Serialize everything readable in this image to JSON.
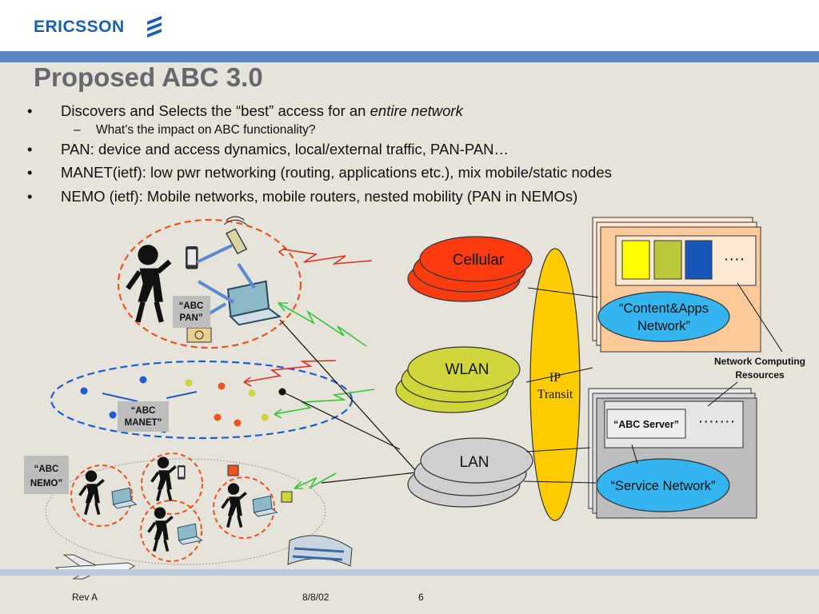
{
  "header": {
    "brand": "ERICSSON"
  },
  "title": "Proposed ABC 3.0",
  "bullets": [
    {
      "text": "Discovers and Selects the “best” access for an ",
      "em": "entire network"
    },
    {
      "sub": true,
      "text": "What’s the impact on ABC functionality?"
    },
    {
      "text": "PAN: device and access dynamics, local/external traffic, PAN-PAN…"
    },
    {
      "text": "MANET(ietf): low pwr networking (routing, applications etc.), mix mobile/static nodes"
    },
    {
      "text": "NEMO (ietf): Mobile networks, mobile routers, nested mobility (PAN in NEMOs)"
    }
  ],
  "diagram": {
    "pan_label": [
      "“ABC",
      "PAN”"
    ],
    "manet_label": [
      "“ABC",
      "MANET”"
    ],
    "nemo_label": [
      "“ABC",
      "NEMO”"
    ],
    "cellular": "Cellular",
    "wlan": "WLAN",
    "lan": "LAN",
    "ip_transit": [
      "IP",
      "Transit"
    ],
    "content_apps": [
      "“Content&Apps",
      "Network”"
    ],
    "network_computing": [
      "Network Computing",
      "Resources"
    ],
    "abc_server": "“ABC Server”",
    "service_network": "“Service Network”",
    "dots_top": "····",
    "dots_server": "·······"
  },
  "colors": {
    "cellular": "#ff3b12",
    "wlan": "#cfd63a",
    "lan": "#cfcfcf",
    "ip_transit": "#ffcc00",
    "content_apps": "#35b5ef",
    "service_network": "#35b5ef",
    "pan_ring": "#e8551e",
    "manet_ring": "#1f5cd1",
    "link_red": "#e0301e",
    "link_green": "#36c436"
  },
  "footer": {
    "rev": "Rev A",
    "date": "8/8/02",
    "page": "6"
  }
}
